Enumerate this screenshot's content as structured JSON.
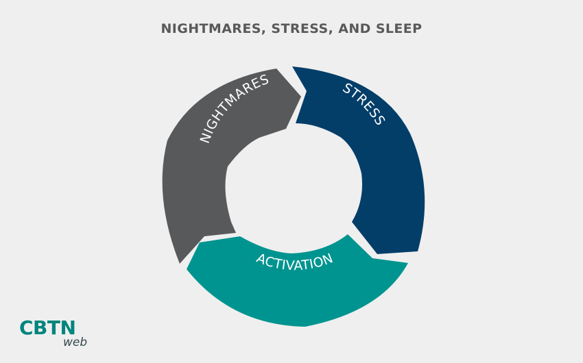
{
  "title": "NIGHTMARES, STRESS, AND SLEEP",
  "cycle": [
    {
      "label": "NIGHTMARES",
      "color": "#58595b"
    },
    {
      "label": "STRESS",
      "color": "#033e69"
    },
    {
      "label": "ACTIVATION",
      "color": "#009490"
    }
  ],
  "logo": {
    "main": "CBTN",
    "sub": "web",
    "main_color": "#00857c",
    "sub_color": "#35474f"
  }
}
